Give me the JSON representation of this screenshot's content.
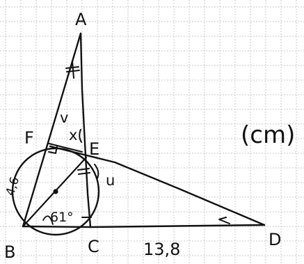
{
  "diagram": {
    "ink_color": "#111111",
    "grid_color": "#c9c9c9",
    "points": {
      "A": "A",
      "B": "B",
      "C": "C",
      "D": "D",
      "E": "E",
      "F": "F"
    },
    "labels": {
      "unit": "(cm)",
      "bf_length": "4,6",
      "cd_length": "13,8",
      "angle_b": "61°",
      "angle_v": "v",
      "angle_x": "x",
      "angle_u": "u"
    }
  }
}
